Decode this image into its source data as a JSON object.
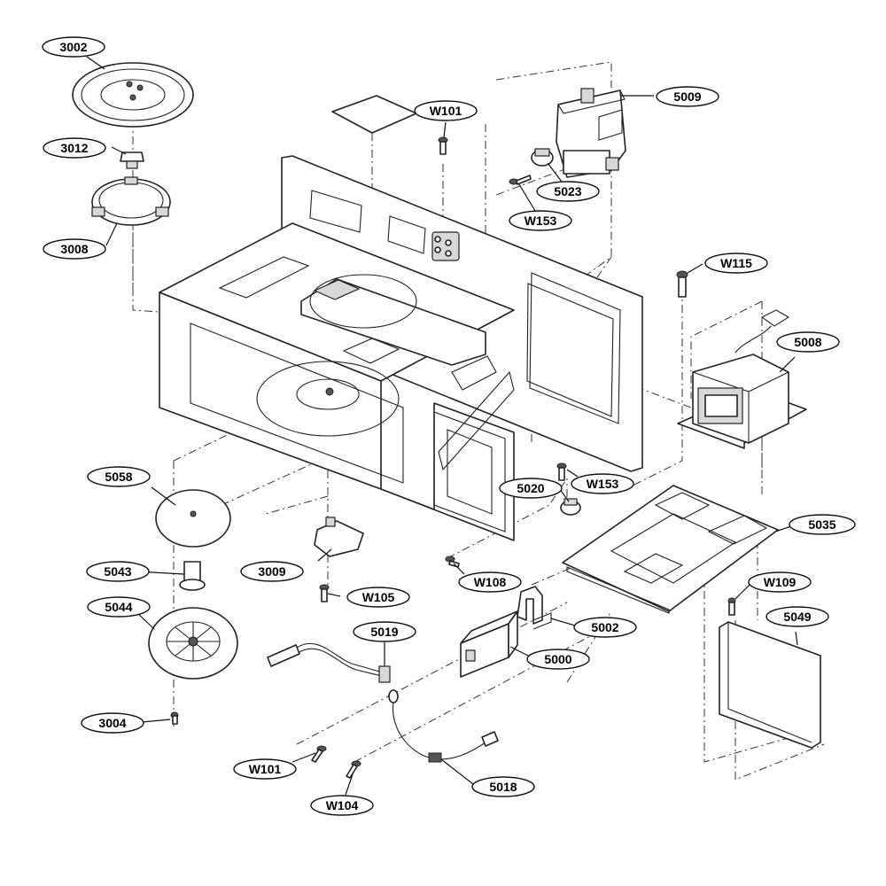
{
  "diagram": {
    "callouts": [
      {
        "id": "c3002",
        "label": "3002"
      },
      {
        "id": "c3012",
        "label": "3012"
      },
      {
        "id": "c3008",
        "label": "3008"
      },
      {
        "id": "cW101a",
        "label": "W101"
      },
      {
        "id": "c5009",
        "label": "5009"
      },
      {
        "id": "c5023",
        "label": "5023"
      },
      {
        "id": "cW153a",
        "label": "W153"
      },
      {
        "id": "cW115",
        "label": "W115"
      },
      {
        "id": "c5008",
        "label": "5008"
      },
      {
        "id": "c5058",
        "label": "5058"
      },
      {
        "id": "c5020",
        "label": "5020"
      },
      {
        "id": "cW153b",
        "label": "W153"
      },
      {
        "id": "c5035",
        "label": "5035"
      },
      {
        "id": "c5043",
        "label": "5043"
      },
      {
        "id": "c3009",
        "label": "3009"
      },
      {
        "id": "cW108",
        "label": "W108"
      },
      {
        "id": "cW109",
        "label": "W109"
      },
      {
        "id": "cW105",
        "label": "W105"
      },
      {
        "id": "c5044",
        "label": "5044"
      },
      {
        "id": "c5019",
        "label": "5019"
      },
      {
        "id": "c5002",
        "label": "5002"
      },
      {
        "id": "c5049",
        "label": "5049"
      },
      {
        "id": "c5000",
        "label": "5000"
      },
      {
        "id": "c3004",
        "label": "3004"
      },
      {
        "id": "cW101b",
        "label": "W101"
      },
      {
        "id": "c5018",
        "label": "5018"
      },
      {
        "id": "cW104",
        "label": "W104"
      }
    ]
  }
}
